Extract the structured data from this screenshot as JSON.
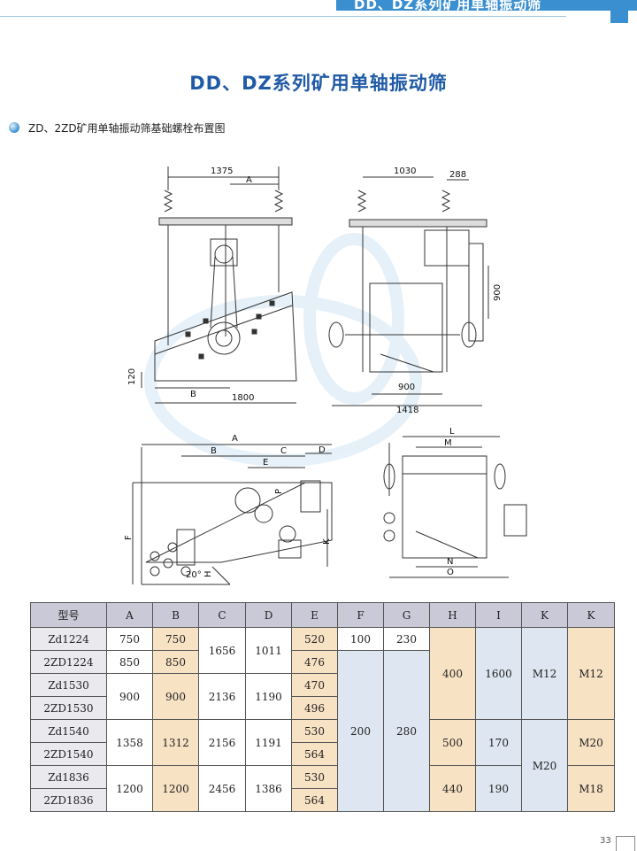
{
  "header": {
    "text": "DD、DZ系列矿用单轴振动筛"
  },
  "title": "DD、DZ系列矿用单轴振动筛",
  "subtitle": "ZD、2ZD矿用单轴振动筛基础螺栓布置图",
  "drawing": {
    "fig1": {
      "top_dim": "1375",
      "a_label": "A",
      "left_dim": "120",
      "b_label": "B",
      "bottom_dim": "1800"
    },
    "fig2": {
      "top_dim": "1030",
      "right_top_dim": "288",
      "side_dim": "900",
      "inner_dim": "900",
      "bottom_dim": "1418"
    },
    "fig3": {
      "a": "A",
      "b": "B",
      "c": "C",
      "d": "D",
      "e": "E",
      "f": "F",
      "k": "K",
      "p": "P",
      "h": "H",
      "angle": "20°"
    },
    "fig4": {
      "l": "L",
      "m": "M",
      "n": "N",
      "o": "O"
    }
  },
  "table": {
    "headers": [
      "型号",
      "A",
      "B",
      "C",
      "D",
      "E",
      "F",
      "G",
      "H",
      "I",
      "K",
      "K"
    ],
    "models": [
      "Zd1224",
      "2ZD1224",
      "Zd1530",
      "2ZD1530",
      "Zd1540",
      "2ZD1540",
      "Zd1836",
      "2ZD1836"
    ],
    "A": [
      "750",
      "850",
      "900",
      "1358",
      "1200"
    ],
    "B": [
      "750",
      "850",
      "900",
      "1312",
      "1200"
    ],
    "C": [
      "1656",
      "2136",
      "2156",
      "2456"
    ],
    "D": [
      "1011",
      "1190",
      "1191",
      "1386"
    ],
    "E": [
      "520",
      "476",
      "470",
      "496",
      "530",
      "564",
      "530",
      "564"
    ],
    "F": [
      "100",
      "200"
    ],
    "G": [
      "230",
      "280"
    ],
    "H": [
      "400",
      "500",
      "440"
    ],
    "I": [
      "1600",
      "170",
      "190"
    ],
    "K1": [
      "M12",
      "M20"
    ],
    "K2": [
      "M12",
      "M20",
      "M18"
    ]
  },
  "page_number": "33",
  "colors": {
    "accent": "#3a8fd0",
    "title": "#1f5aa6",
    "header_cell": "#c9c9d8",
    "orange_cell": "#f8e2c4",
    "blue_cell": "#dde6f1"
  }
}
